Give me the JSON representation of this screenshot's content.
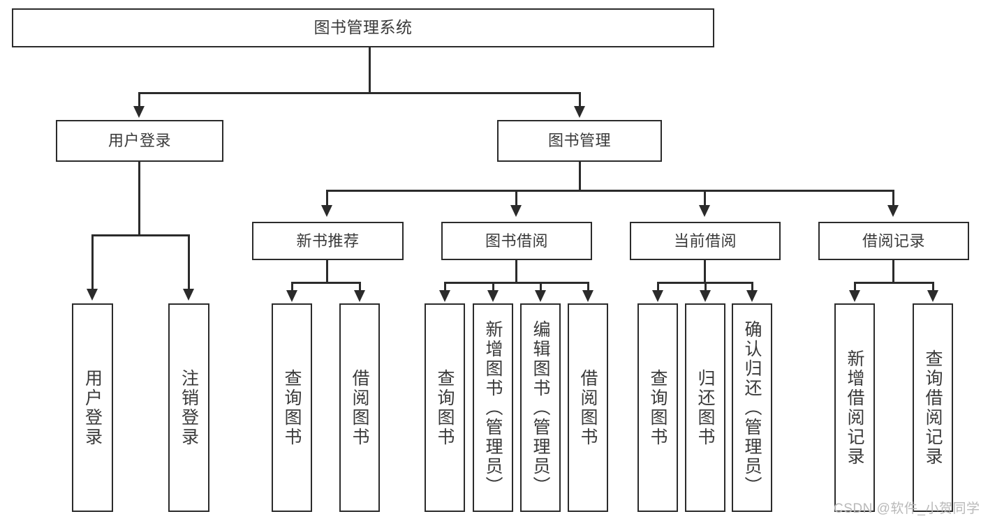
{
  "diagram": {
    "title": "图书管理系统",
    "type": "hierarchy-tree",
    "watermark": "CSDN @软件_小贺同学",
    "colors": {
      "stroke": "#2b2b2b",
      "text": "#3a3a3a",
      "background": "#ffffff",
      "watermark": "#b9b9b9"
    },
    "nodes": {
      "root": {
        "label": "图书管理系统"
      },
      "tier2": [
        {
          "id": "user-login",
          "label": "用户登录"
        },
        {
          "id": "book-manage",
          "label": "图书管理"
        }
      ],
      "tier3": [
        {
          "id": "new-book-rec",
          "label": "新书推荐"
        },
        {
          "id": "book-borrow",
          "label": "图书借阅"
        },
        {
          "id": "current-borrow",
          "label": "当前借阅"
        },
        {
          "id": "borrow-record",
          "label": "借阅记录"
        }
      ],
      "leaves": {
        "user-login": [
          {
            "id": "leaf-user-login",
            "label": "用户登录"
          },
          {
            "id": "leaf-user-logout",
            "label": "注销登录"
          }
        ],
        "new-book-rec": [
          {
            "id": "leaf-query-book-1",
            "label": "查询图书"
          },
          {
            "id": "leaf-borrow-book-1",
            "label": "借阅图书"
          }
        ],
        "book-borrow": [
          {
            "id": "leaf-query-book-2",
            "label": "查询图书"
          },
          {
            "id": "leaf-add-book",
            "label": "新增图书（管理员）"
          },
          {
            "id": "leaf-edit-book",
            "label": "编辑图书（管理员）"
          },
          {
            "id": "leaf-borrow-book-2",
            "label": "借阅图书"
          }
        ],
        "current-borrow": [
          {
            "id": "leaf-query-book-3",
            "label": "查询图书"
          },
          {
            "id": "leaf-return-book",
            "label": "归还图书"
          },
          {
            "id": "leaf-confirm-return",
            "label": "确认归还（管理员）"
          }
        ],
        "borrow-record": [
          {
            "id": "leaf-add-record",
            "label": "新增借阅记录"
          },
          {
            "id": "leaf-query-record",
            "label": "查询借阅记录"
          }
        ]
      }
    }
  }
}
